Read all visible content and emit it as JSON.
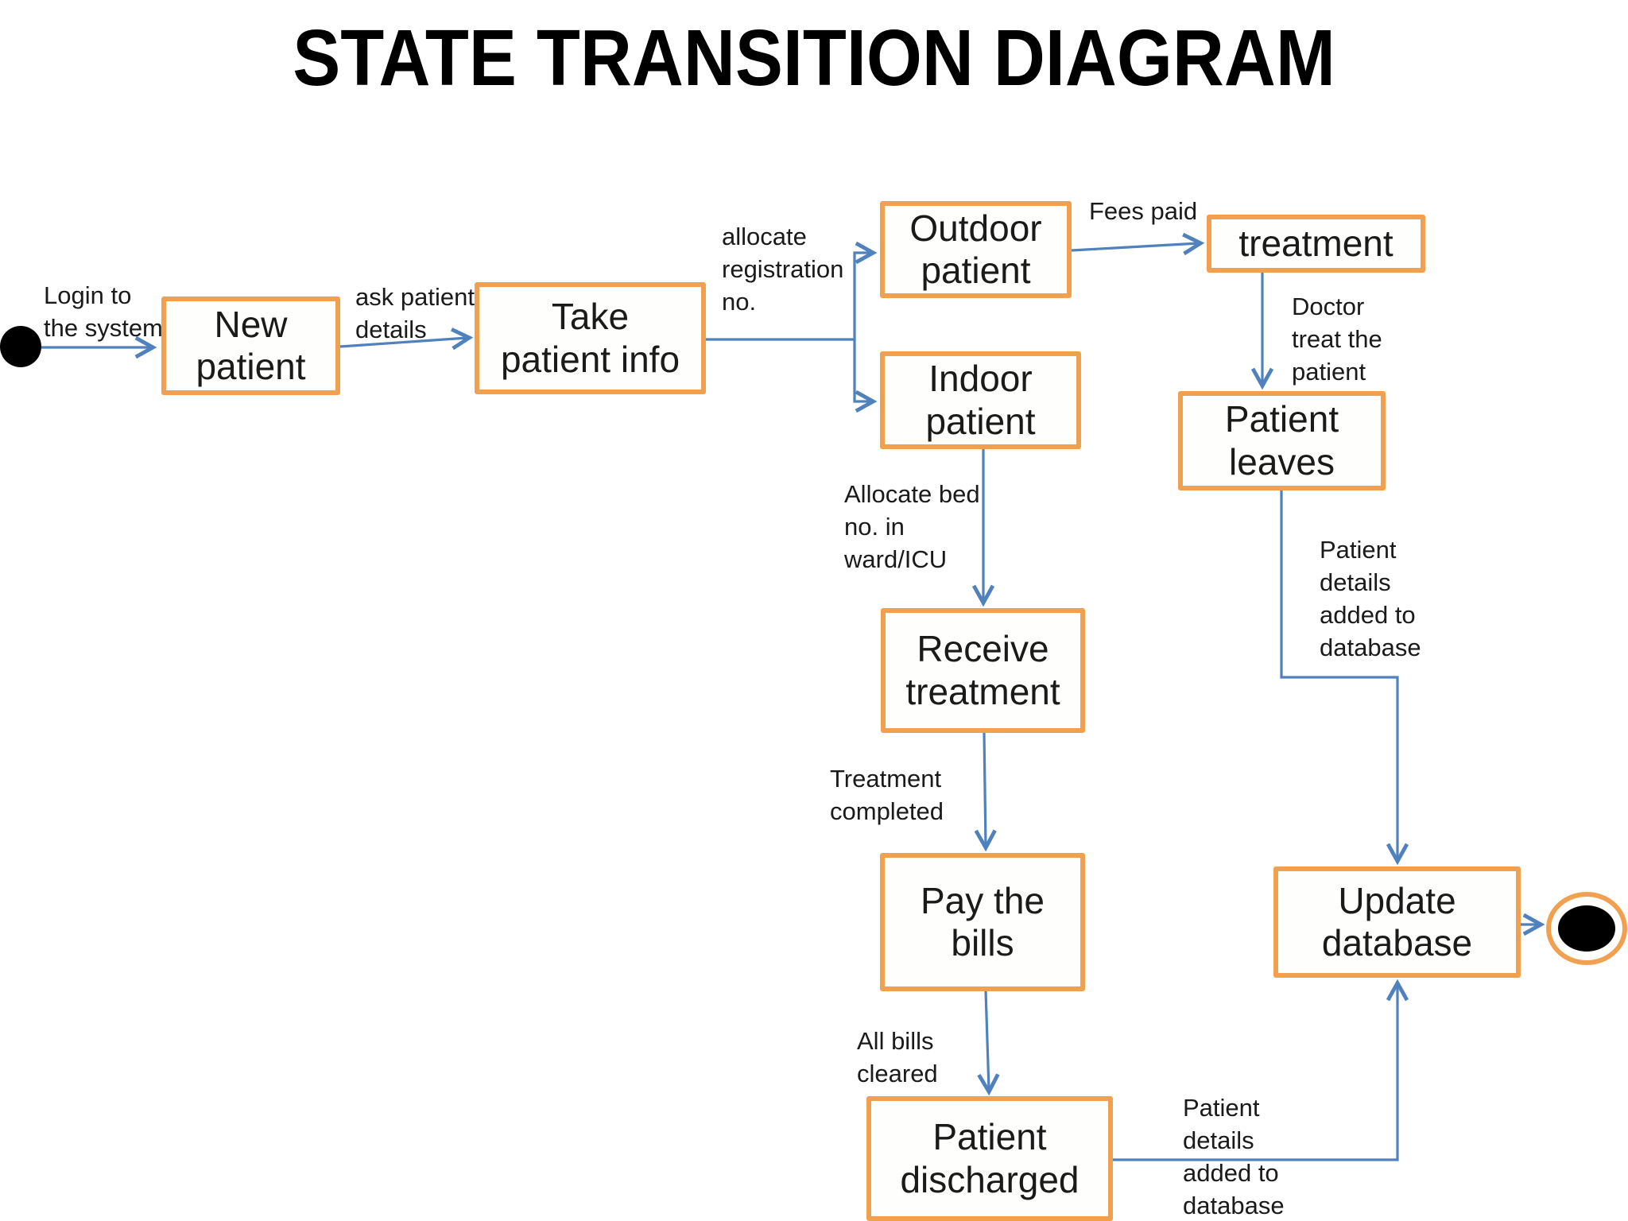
{
  "title": "STATE TRANSITION DIAGRAM",
  "colors": {
    "box_border": "#F0A04E",
    "box_fill": "#FEFEFD",
    "arrow": "#4F81BD",
    "text": "#1A1A1A",
    "background": "#FFFFFF",
    "node": "#000000"
  },
  "diagram": {
    "start_node": {
      "type": "initial-state"
    },
    "end_node": {
      "type": "final-state"
    },
    "states": {
      "new_patient": {
        "label": "New\npatient"
      },
      "take_patient_info": {
        "label": "Take\npatient info"
      },
      "outdoor_patient": {
        "label": "Outdoor\npatient"
      },
      "indoor_patient": {
        "label": "Indoor\npatient"
      },
      "treatment": {
        "label": "treatment"
      },
      "patient_leaves": {
        "label": "Patient\nleaves"
      },
      "receive_treatment": {
        "label": "Receive\ntreatment"
      },
      "pay_the_bills": {
        "label": "Pay the\nbills"
      },
      "patient_discharged": {
        "label": "Patient\ndischarged"
      },
      "update_database": {
        "label": "Update\ndatabase"
      }
    },
    "transitions": [
      {
        "from": "start",
        "to": "new_patient",
        "label": "Login to\nthe system"
      },
      {
        "from": "new_patient",
        "to": "take_patient_info",
        "label": "ask patient\ndetails"
      },
      {
        "from": "take_patient_info",
        "to": "outdoor_patient",
        "label": "allocate\nregistration\nno."
      },
      {
        "from": "take_patient_info",
        "to": "indoor_patient",
        "label": ""
      },
      {
        "from": "outdoor_patient",
        "to": "treatment",
        "label": "Fees paid"
      },
      {
        "from": "treatment",
        "to": "patient_leaves",
        "label": "Doctor\ntreat the\npatient"
      },
      {
        "from": "indoor_patient",
        "to": "receive_treatment",
        "label": "Allocate bed\nno. in\nward/ICU"
      },
      {
        "from": "receive_treatment",
        "to": "pay_the_bills",
        "label": "Treatment\ncompleted"
      },
      {
        "from": "pay_the_bills",
        "to": "patient_discharged",
        "label": "All bills\ncleared"
      },
      {
        "from": "patient_leaves",
        "to": "update_database",
        "label": "Patient\ndetails\nadded to\ndatabase"
      },
      {
        "from": "patient_discharged",
        "to": "update_database",
        "label": "Patient\ndetails\nadded to\ndatabase"
      },
      {
        "from": "update_database",
        "to": "end",
        "label": ""
      }
    ]
  }
}
